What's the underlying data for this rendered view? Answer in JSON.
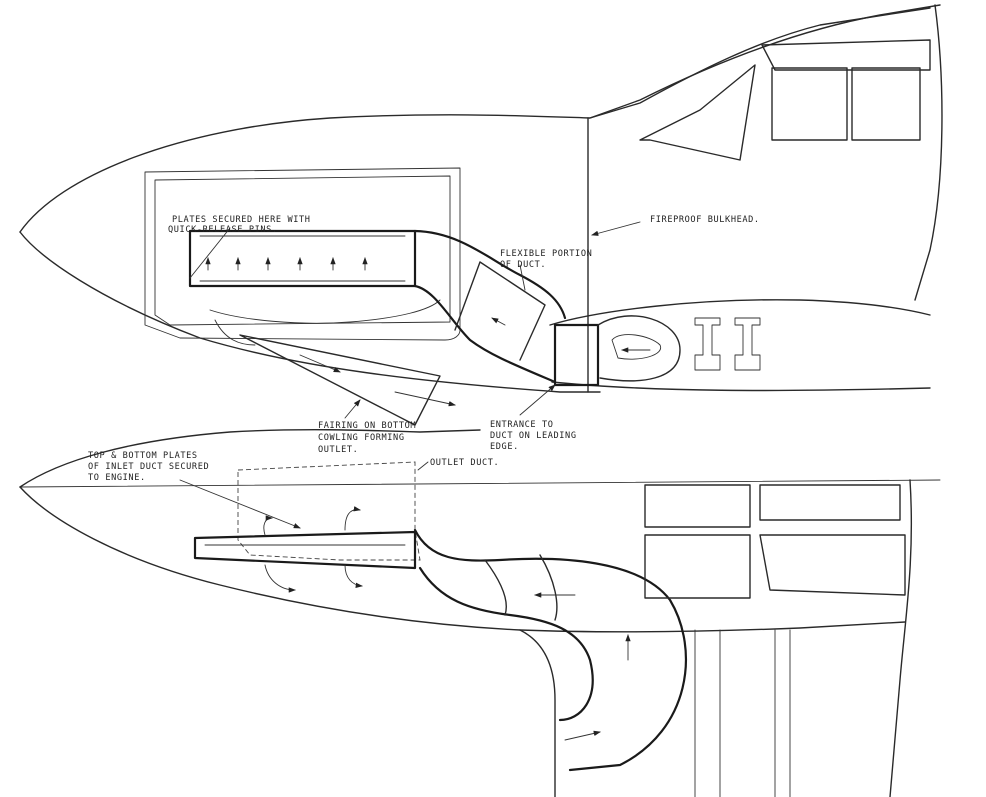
{
  "labels": {
    "plates_secured_1": "PLATES SECURED HERE WITH",
    "plates_secured_2": "QUICK-RELEASE PINS.",
    "fireproof_bulkhead": "FIREPROOF BULKHEAD.",
    "flexible_portion_1": "FLEXIBLE PORTION",
    "flexible_portion_2": "OF DUCT.",
    "fairing_1": "FAIRING ON BOTTOM",
    "fairing_2": "COWLING FORMING",
    "fairing_3": "OUTLET.",
    "entrance_1": "ENTRANCE TO",
    "entrance_2": "DUCT ON LEADING",
    "entrance_3": "EDGE.",
    "top_bottom_1": "TOP & BOTTOM PLATES",
    "top_bottom_2": "OF INLET DUCT SECURED",
    "top_bottom_3": "TO ENGINE.",
    "outlet_duct": "OUTLET DUCT."
  }
}
